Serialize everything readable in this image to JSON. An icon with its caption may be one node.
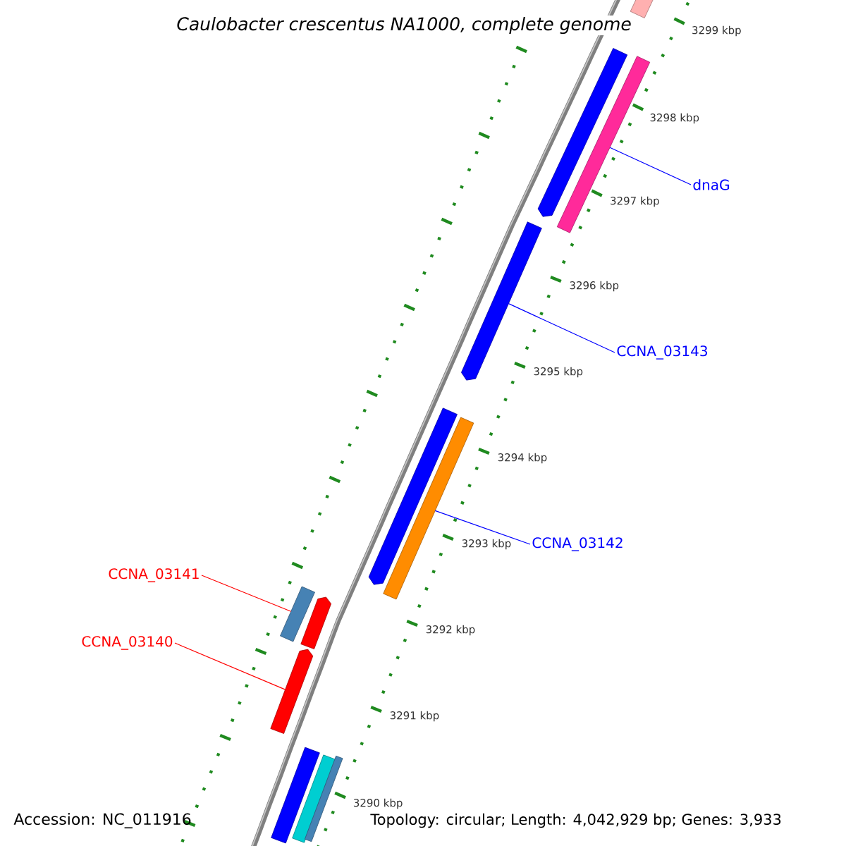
{
  "diagram": {
    "title": "Caulobacter crescentus NA1000, complete genome",
    "nodes": [
      {
        "text": [
          "dnaG"
        ]
      },
      {
        "text": [],
        "shape": "bar"
      },
      {
        "text": [
          "CCNA_03143"
        ]
      },
      {
        "text": [],
        "shape": "bar"
      },
      {
        "text": [
          "CCNA_03142"
        ]
      },
      {
        "text": [],
        "shape": "bar"
      },
      {
        "text": [
          "CCNA_03141"
        ]
      },
      {
        "text": [],
        "shape": "bar"
      },
      {
        "text": [
          "CCNA_03140"
        ]
      },
      {
        "text": [],
        "shape": "bar"
      }
    ],
    "edges": [
      {
        "from": 0,
        "to": 1,
        "arrow": "none"
      },
      {
        "from": 2,
        "to": 3,
        "arrow": "none"
      },
      {
        "from": 4,
        "to": 5,
        "arrow": "none"
      },
      {
        "from": 6,
        "to": 7,
        "arrow": "none",
        "color": "#ff0000"
      },
      {
        "from": 8,
        "to": 9,
        "arrow": "none",
        "color": "#ff0000"
      }
    ],
    "labels": [
      "3299 kbp",
      "3298 kbp",
      "3297 kbp",
      "3296 kbp",
      "3295 kbp",
      "3294 kbp",
      "3293 kbp",
      "3292 kbp",
      "3291 kbp",
      "3290 kbp",
      "Accession: NC_011916",
      "Topology: circular; Length: 4,042,929 bp; Genes: 3,933"
    ]
  }
}
